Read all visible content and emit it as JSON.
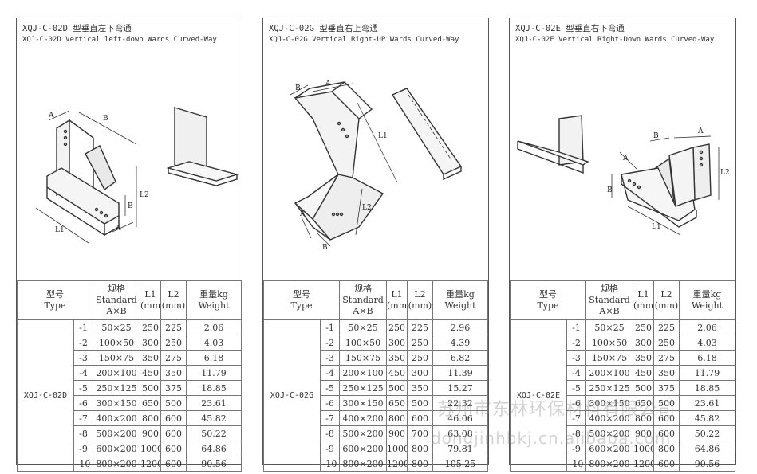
{
  "panels": [
    {
      "code_title": "XQJ-C-02D 型垂直左下弯通",
      "en_title": "XQJ-C-02D Vertical left-down Wards Curved-Way",
      "model": "XQJ-C-02D",
      "dim_labels": [
        "A",
        "B",
        "L1",
        "L2",
        "A",
        "B"
      ],
      "rows": [
        {
          "suffix": "-1",
          "size": "50×25",
          "l1": "250",
          "l2": "225",
          "w": "2.06"
        },
        {
          "suffix": "-2",
          "size": "100×50",
          "l1": "300",
          "l2": "250",
          "w": "4.03"
        },
        {
          "suffix": "-3",
          "size": "150×75",
          "l1": "350",
          "l2": "275",
          "w": "6.18"
        },
        {
          "suffix": "-4",
          "size": "200×100",
          "l1": "450",
          "l2": "350",
          "w": "11.79"
        },
        {
          "suffix": "-5",
          "size": "250×125",
          "l1": "500",
          "l2": "375",
          "w": "18.85"
        },
        {
          "suffix": "-6",
          "size": "300×150",
          "l1": "650",
          "l2": "500",
          "w": "23.61"
        },
        {
          "suffix": "-7",
          "size": "400×200",
          "l1": "800",
          "l2": "600",
          "w": "45.82"
        },
        {
          "suffix": "-8",
          "size": "500×200",
          "l1": "900",
          "l2": "600",
          "w": "50.22"
        },
        {
          "suffix": "-9",
          "size": "600×200",
          "l1": "1000",
          "l2": "600",
          "w": "64.86"
        },
        {
          "suffix": "-10",
          "size": "800×200",
          "l1": "1200",
          "l2": "600",
          "w": "90.56"
        }
      ]
    },
    {
      "code_title": "XQJ-C-02G 型垂直右上弯通",
      "en_title": "XQJ-C-02G Vertical Right-UP Wards Curved-Way",
      "model": "XQJ-C-02G",
      "dim_labels": [
        "B",
        "A",
        "L1",
        "L2",
        "B",
        "A"
      ],
      "rows": [
        {
          "suffix": "-1",
          "size": "50×25",
          "l1": "250",
          "l2": "225",
          "w": "2.96"
        },
        {
          "suffix": "-2",
          "size": "100×50",
          "l1": "300",
          "l2": "250",
          "w": "4.39"
        },
        {
          "suffix": "-3",
          "size": "150×75",
          "l1": "350",
          "l2": "250",
          "w": "6.82"
        },
        {
          "suffix": "-4",
          "size": "200×100",
          "l1": "450",
          "l2": "300",
          "w": "11.39"
        },
        {
          "suffix": "-5",
          "size": "250×125",
          "l1": "500",
          "l2": "350",
          "w": "15.27"
        },
        {
          "suffix": "-6",
          "size": "300×150",
          "l1": "650",
          "l2": "500",
          "w": "22.32"
        },
        {
          "suffix": "-7",
          "size": "400×200",
          "l1": "800",
          "l2": "600",
          "w": "46.06"
        },
        {
          "suffix": "-8",
          "size": "500×200",
          "l1": "900",
          "l2": "700",
          "w": "63.08"
        },
        {
          "suffix": "-9",
          "size": "600×200",
          "l1": "1000",
          "l2": "800",
          "w": "79.81"
        },
        {
          "suffix": "-10",
          "size": "800×200",
          "l1": "1200",
          "l2": "800",
          "w": "105.25"
        }
      ]
    },
    {
      "code_title": "XQJ-C-02E 型垂直右下弯通",
      "en_title": "XQJ-C-02E Vertical Right-Down Wards Curved-Way",
      "model": "XQJ-C-02E",
      "dim_labels": [
        "B",
        "A",
        "L2",
        "A",
        "B",
        "L1"
      ],
      "rows": [
        {
          "suffix": "-1",
          "size": "50×25",
          "l1": "250",
          "l2": "225",
          "w": "2.06"
        },
        {
          "suffix": "-2",
          "size": "100×50",
          "l1": "300",
          "l2": "250",
          "w": "4.03"
        },
        {
          "suffix": "-3",
          "size": "150×75",
          "l1": "350",
          "l2": "275",
          "w": "6.18"
        },
        {
          "suffix": "-4",
          "size": "200×100",
          "l1": "450",
          "l2": "350",
          "w": "11.79"
        },
        {
          "suffix": "-5",
          "size": "250×125",
          "l1": "500",
          "l2": "375",
          "w": "18.85"
        },
        {
          "suffix": "-6",
          "size": "300×150",
          "l1": "650",
          "l2": "500",
          "w": "23.61"
        },
        {
          "suffix": "-7",
          "size": "400×200",
          "l1": "800",
          "l2": "600",
          "w": "45.82"
        },
        {
          "suffix": "-8",
          "size": "500×200",
          "l1": "900",
          "l2": "600",
          "w": "50.22"
        },
        {
          "suffix": "-9",
          "size": "600×200",
          "l1": "1000",
          "l2": "800",
          "w": "64.86"
        },
        {
          "suffix": "-10",
          "size": "800×200",
          "l1": "1200",
          "l2": "600",
          "w": "90.56"
        }
      ]
    }
  ],
  "headers": {
    "type_cn": "型号",
    "type_en": "Type",
    "spec_cn": "规格",
    "spec_en": "Standard",
    "spec_dim": "A×B",
    "l1": "L1",
    "l2": "L2",
    "unit": "(mm)",
    "weight_cn": "重量kg",
    "weight_en": "Weight"
  },
  "watermark": {
    "company": "苏州市东林环保材料有限公司",
    "url": "dongjinhbkj.cn.alibaba.com"
  }
}
